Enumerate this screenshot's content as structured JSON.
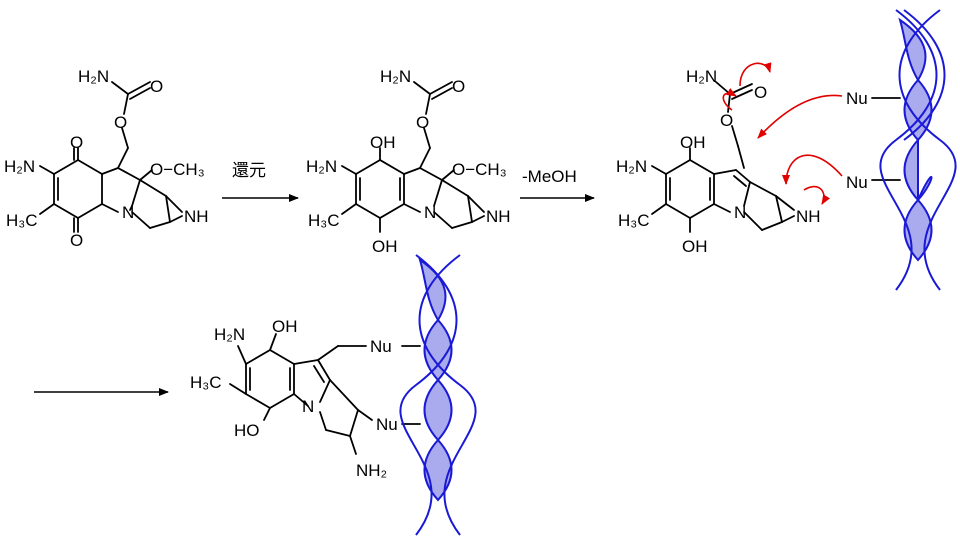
{
  "molecule1": {
    "nh2_top": "H₂N",
    "o_carbonyl": "O",
    "o_ester": "O",
    "o_quinone_top": "O",
    "o_quinone_bottom": "O",
    "h2n_ring": "H₂N",
    "h3c": "H₃C",
    "methoxy": "O−CH₃",
    "n_ring": "N",
    "nh_aziridine": "NH"
  },
  "molecule2": {
    "nh2_top": "H₂N",
    "o_carbonyl": "O",
    "o_ester": "O",
    "oh_top": "OH",
    "oh_bottom": "OH",
    "h2n_ring": "H₂N",
    "h3c": "H₃C",
    "methoxy": "O−CH₃",
    "n_ring": "N",
    "nh_aziridine": "NH"
  },
  "molecule3": {
    "nh2_top": "H₂N",
    "o_carbonyl": "O",
    "o_ester": "O",
    "oh_top": "OH",
    "oh_bottom": "OH",
    "h2n_ring": "H₂N",
    "h3c": "H₃C",
    "n_ring": "N",
    "nh_aziridine": "NH",
    "nu_top": "Nu",
    "nu_bottom": "Nu"
  },
  "molecule4": {
    "h2n_ring": "H₂N",
    "oh_top": "OH",
    "oh_bottom": "HO",
    "h3c": "H₃C",
    "n_ring": "N",
    "nu_top": "Nu",
    "nu_bottom": "Nu",
    "nh2_bottom": "NH₂"
  },
  "arrows": {
    "step1_label": "還元",
    "step2_label": "-MeOH"
  },
  "colors": {
    "bond": "#000000",
    "mechanism_arrow": "#e00000",
    "dna_strand": "#1a1ad6",
    "dna_fill": "#aaaaee"
  }
}
